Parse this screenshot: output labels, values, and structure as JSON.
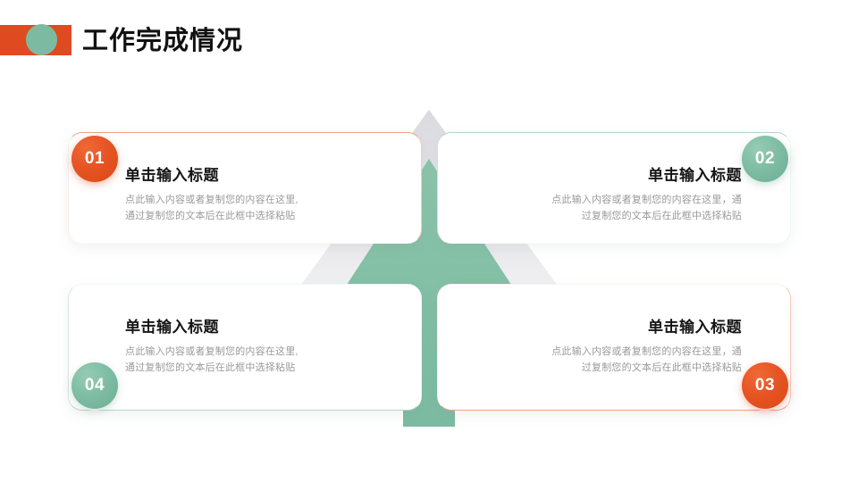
{
  "slide": {
    "title": "工作完成情况",
    "background": "#ffffff",
    "accent_orange": "#e04a20",
    "accent_green": "#7cbba2"
  },
  "decoration": {
    "rect_name": "orange-rectangle",
    "circle_name": "green-circle"
  },
  "graphic": {
    "name": "upward-arrow",
    "arrow_color": "#7fbda4",
    "shadow_color": "#e2e2e6"
  },
  "cards": [
    {
      "number": "01",
      "badge_color": "#e75526",
      "heading": "单击输入标题",
      "body_line1": "点此输入内容或者复制您的内容在这里,",
      "body_line2": "通过复制您的文本后在此框中选择粘贴",
      "align": "left"
    },
    {
      "number": "02",
      "badge_color": "#7fbda4",
      "heading": "单击输入标题",
      "body_line1": "点此输入内容或者复制您的内容在这里，通",
      "body_line2": "过复制您的文本后在此框中选择粘贴",
      "align": "right"
    },
    {
      "number": "03",
      "badge_color": "#e75526",
      "heading": "单击输入标题",
      "body_line1": "点此输入内容或者复制您的内容在这里，通",
      "body_line2": "过复制您的文本后在此框中选择粘贴",
      "align": "right"
    },
    {
      "number": "04",
      "badge_color": "#7fbda4",
      "heading": "单击输入标题",
      "body_line1": "点此输入内容或者复制您的内容在这里,",
      "body_line2": "通过复制您的文本后在此框中选择粘贴",
      "align": "left"
    }
  ]
}
